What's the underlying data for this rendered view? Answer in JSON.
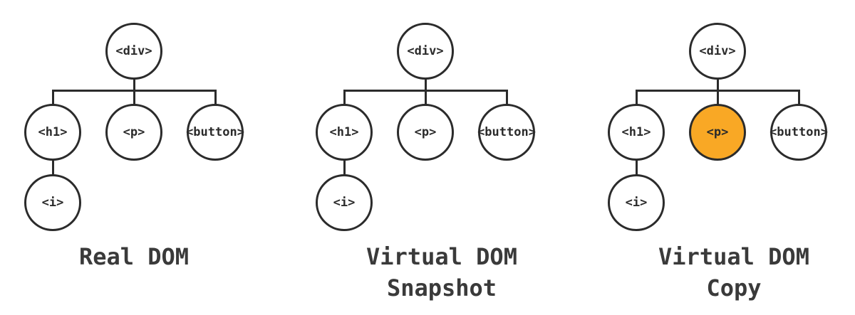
{
  "colors": {
    "stroke": "#2B2B2B",
    "label": "#3A3A3A",
    "highlight": "#F9A825",
    "background": "#FFFFFF",
    "node_fill": "#FFFFFF"
  },
  "trees": [
    {
      "label_lines": [
        "Real DOM"
      ],
      "nodes": {
        "root": "<div>",
        "child1": "<h1>",
        "child2": "<p>",
        "child3": "<button>",
        "grandchild": "<i>"
      },
      "highlighted_node": null
    },
    {
      "label_lines": [
        "Virtual DOM",
        "Snapshot"
      ],
      "nodes": {
        "root": "<div>",
        "child1": "<h1>",
        "child2": "<p>",
        "child3": "<button>",
        "grandchild": "<i>"
      },
      "highlighted_node": null
    },
    {
      "label_lines": [
        "Virtual DOM",
        "Copy"
      ],
      "nodes": {
        "root": "<div>",
        "child1": "<h1>",
        "child2": "<p>",
        "child3": "<button>",
        "grandchild": "<i>"
      },
      "highlighted_node": "<p>"
    }
  ]
}
